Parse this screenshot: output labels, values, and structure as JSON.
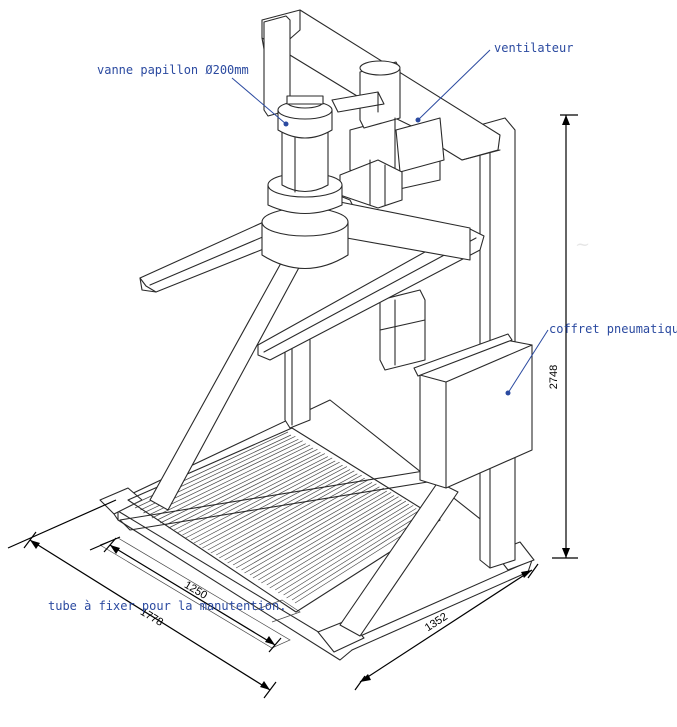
{
  "labels": {
    "valve": "vanne papillon Ø200mm",
    "fan": "ventilateur",
    "cabinet": "coffret pneumatique",
    "tube": "tube à fixer pour la manutention."
  },
  "dimensions": {
    "height": "2748",
    "inner_length": "1250",
    "outer_length": "1778",
    "depth": "1352"
  },
  "colors": {
    "annotation": "#2b4aa0",
    "line": "#2a2a2a"
  }
}
